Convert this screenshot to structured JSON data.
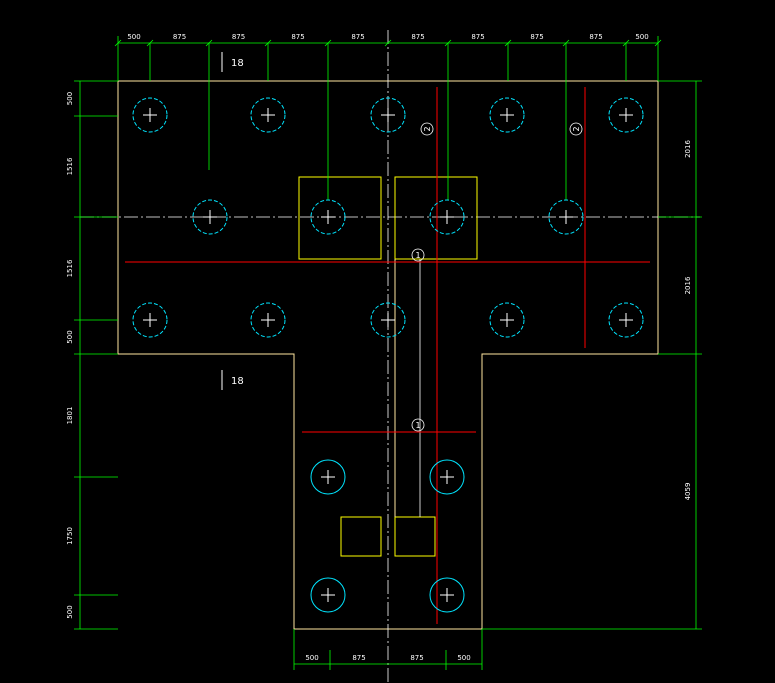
{
  "colors": {
    "background": "#000000",
    "outline": "#ffe6a0",
    "dimension": "#00ff00",
    "rebar_red": "#ff0000",
    "pile_circle": "#00e5ff",
    "column": "#ffff00",
    "axis": "#ffffff"
  },
  "dims": {
    "top": [
      "500",
      "875",
      "875",
      "875",
      "875",
      "875",
      "875",
      "875",
      "875",
      "500"
    ],
    "bottom": [
      "500",
      "875",
      "875",
      "500"
    ],
    "left": [
      "500",
      "1516",
      "1516",
      "500",
      "1801",
      "1750",
      "500"
    ],
    "right": [
      "2016",
      "2016",
      "4059"
    ]
  },
  "labels": {
    "section_top": "18",
    "section_bottom": "18",
    "rebar_1": "1",
    "rebar_2": "2"
  },
  "icons": {
    "pile": "pile-circle-icon",
    "rebar_mark": "circled-number-icon"
  }
}
